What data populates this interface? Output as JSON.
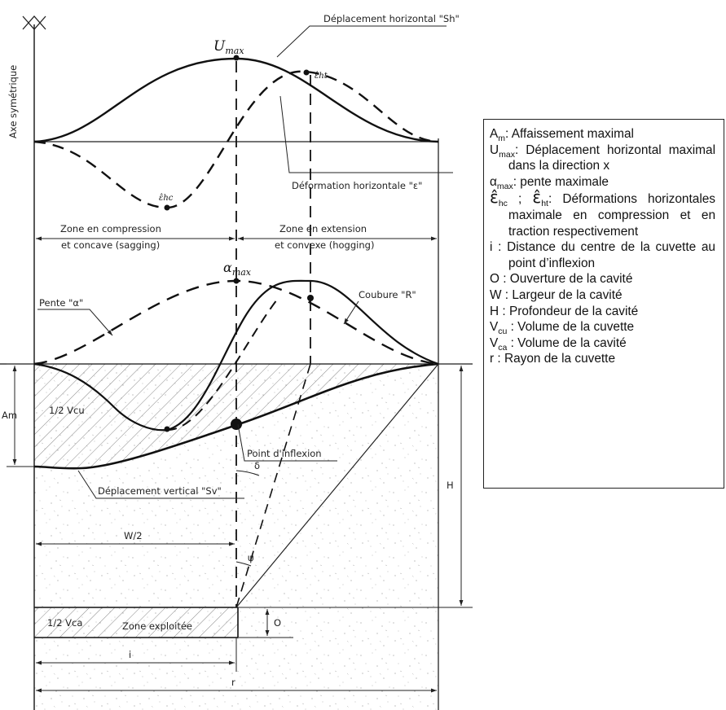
{
  "labels": {
    "axis_symmetry": "Axe symétrique",
    "horizontal_displacement": "Déplacement horizontal \"Sh\"",
    "u_max": "U",
    "u_max_sub": "max",
    "eps_ht": "ε̂ht",
    "eps_hc": "ε̂hc",
    "horizontal_deformation": "Déformation horizontale \"ε\"",
    "compression_zone_line1": "Zone en compression",
    "compression_zone_line2": "et concave (sagging)",
    "extension_zone_line1": "Zone en extension",
    "extension_zone_line2": "et convexe (hogging)",
    "alpha_max": "α",
    "alpha_max_sub": "max",
    "curvature": "Coubure \"R\"",
    "slope": "Pente \"α\"",
    "a_m": "Am",
    "half_v_cu": "1/2 Vcu",
    "inflection_point": "Point d'inflexion",
    "delta": "δ",
    "vertical_displacement": "Déplacement vertical \"Sv\"",
    "h": "H",
    "half_w": "W/2",
    "psi": "ψ",
    "half_v_ca": "1/2 Vca",
    "mined_zone": "Zone exploitée",
    "o": "O",
    "i": "i",
    "r": "r"
  },
  "legend": [
    {
      "symbol": "A",
      "sub": "m",
      "text": ": Affaissement maximal"
    },
    {
      "symbol": "U",
      "sub": "max",
      "text": ": Déplacement horizontal maximal dans la direction x"
    },
    {
      "symbol": "α",
      "sub": "max",
      "text": ": pente maximale"
    },
    {
      "symbol": "ε̂",
      "sub": "hc",
      "sep": " ; ",
      "symbol2": "ε̂",
      "sub2": "ht",
      "text": ": Déformations horizontales maximale en compression et en traction respectivement"
    },
    {
      "symbol": "i",
      "sub": "",
      "text": " : Distance du centre de la cuvette au point d’inflexion"
    },
    {
      "symbol": "O",
      "sub": "",
      "text": " : Ouverture de la cavité"
    },
    {
      "symbol": "W",
      "sub": "",
      "text": " : Largeur de la cavité"
    },
    {
      "symbol": "H",
      "sub": "",
      "text": " : Profondeur de la cavité"
    },
    {
      "symbol": "V",
      "sub": "cu",
      "text": " : Volume de la cuvette"
    },
    {
      "symbol": "V",
      "sub": "ca",
      "text": " : Volume de la cavité"
    },
    {
      "symbol": "r",
      "sub": "",
      "text": " : Rayon de la cuvette"
    }
  ]
}
